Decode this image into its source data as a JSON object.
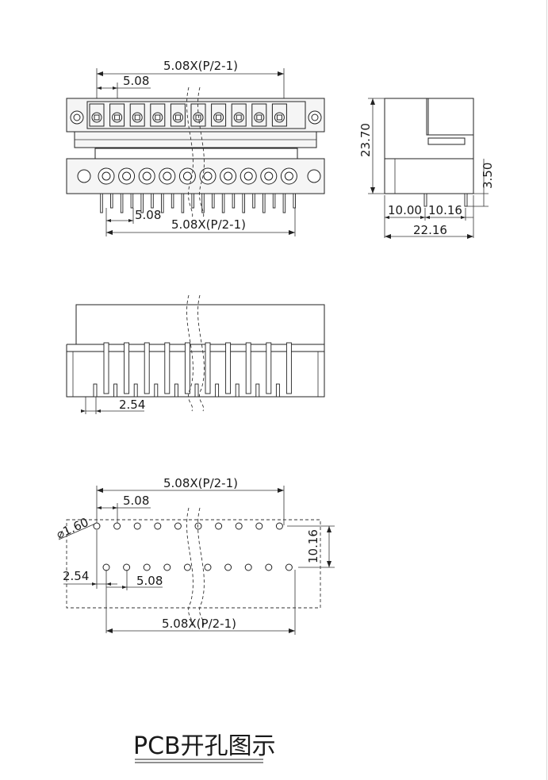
{
  "drawing": {
    "front_view": {
      "top_dim_label": "5.08X(P/2-1)",
      "pitch_dim_label": "5.08",
      "bottom_pitch_label": "5.08",
      "bottom_dim_label": "5.08X(P/2-1)"
    },
    "side_view": {
      "height_label": "23.70",
      "pin_length_label": "3.50",
      "dim_a_label": "10.00",
      "dim_b_label": "10.16",
      "total_width_label": "22.16"
    },
    "lower_view": {
      "offset_label": "2.54"
    },
    "pcb_view": {
      "top_dim_label": "5.08X(P/2-1)",
      "pitch_dim_label": "5.08",
      "hole_dia_label": "⌀1.60",
      "row_spacing_label": "10.16",
      "offset_label": "2.54",
      "bottom_pitch_label": "5.08",
      "bottom_dim_label": "5.08X(P/2-1)"
    },
    "caption": "PCB开孔图示"
  }
}
